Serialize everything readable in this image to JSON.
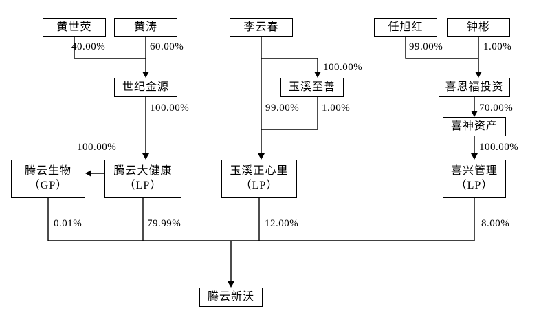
{
  "diagram": {
    "type": "equity-structure",
    "nodes": [
      {
        "id": "huang-shiying",
        "label": "黄世荧"
      },
      {
        "id": "huang-tao",
        "label": "黄涛"
      },
      {
        "id": "li-yunchun",
        "label": "李云春"
      },
      {
        "id": "ren-xuhong",
        "label": "任旭红"
      },
      {
        "id": "zhong-bin",
        "label": "钟彬"
      },
      {
        "id": "shiji-jinyuan",
        "label": "世纪金源"
      },
      {
        "id": "yuxi-zhishan",
        "label": "玉溪至善"
      },
      {
        "id": "xienfu-investment",
        "label": "喜恩福投资"
      },
      {
        "id": "xishen-assets",
        "label": "喜神资产"
      },
      {
        "id": "tengyun-biotech",
        "label": "腾云生物",
        "sublabel": "（GP）"
      },
      {
        "id": "tengyun-dajiankang",
        "label": "腾云大健康",
        "sublabel": "（LP）"
      },
      {
        "id": "yuxi-zhengxinli",
        "label": "玉溪正心里",
        "sublabel": "（LP）"
      },
      {
        "id": "xixing-management",
        "label": "喜兴管理",
        "sublabel": "（LP）"
      },
      {
        "id": "tengyun-xinwo",
        "label": "腾云新沃"
      }
    ],
    "edges": [
      {
        "from": "黄世荧",
        "to": "世纪金源",
        "label": "40.00%"
      },
      {
        "from": "黄涛",
        "to": "世纪金源",
        "label": "60.00%"
      },
      {
        "from": "李云春",
        "to": "玉溪至善",
        "label": "100.00%"
      },
      {
        "from": "李云春",
        "to": "玉溪正心里",
        "label": "99.00%"
      },
      {
        "from": "玉溪至善",
        "to": "玉溪正心里",
        "label": "1.00%"
      },
      {
        "from": "任旭红",
        "to": "喜恩福投资",
        "label": "99.00%"
      },
      {
        "from": "钟彬",
        "to": "喜恩福投资",
        "label": "1.00%"
      },
      {
        "from": "世纪金源",
        "to": "腾云大健康",
        "label": "100.00%"
      },
      {
        "from": "腾云大健康",
        "to": "腾云生物",
        "label": "100.00%"
      },
      {
        "from": "喜恩福投资",
        "to": "喜神资产",
        "label": "70.00%"
      },
      {
        "from": "喜神资产",
        "to": "喜兴管理",
        "label": "100.00%"
      },
      {
        "from": "腾云生物",
        "to": "腾云新沃",
        "label": "0.01%"
      },
      {
        "from": "腾云大健康",
        "to": "腾云新沃",
        "label": "79.99%"
      },
      {
        "from": "玉溪正心里",
        "to": "腾云新沃",
        "label": "12.00%"
      },
      {
        "from": "喜兴管理",
        "to": "腾云新沃",
        "label": "8.00%"
      }
    ],
    "colors": {
      "line": "#000000",
      "box_border": "#000000",
      "background": "#ffffff"
    }
  }
}
